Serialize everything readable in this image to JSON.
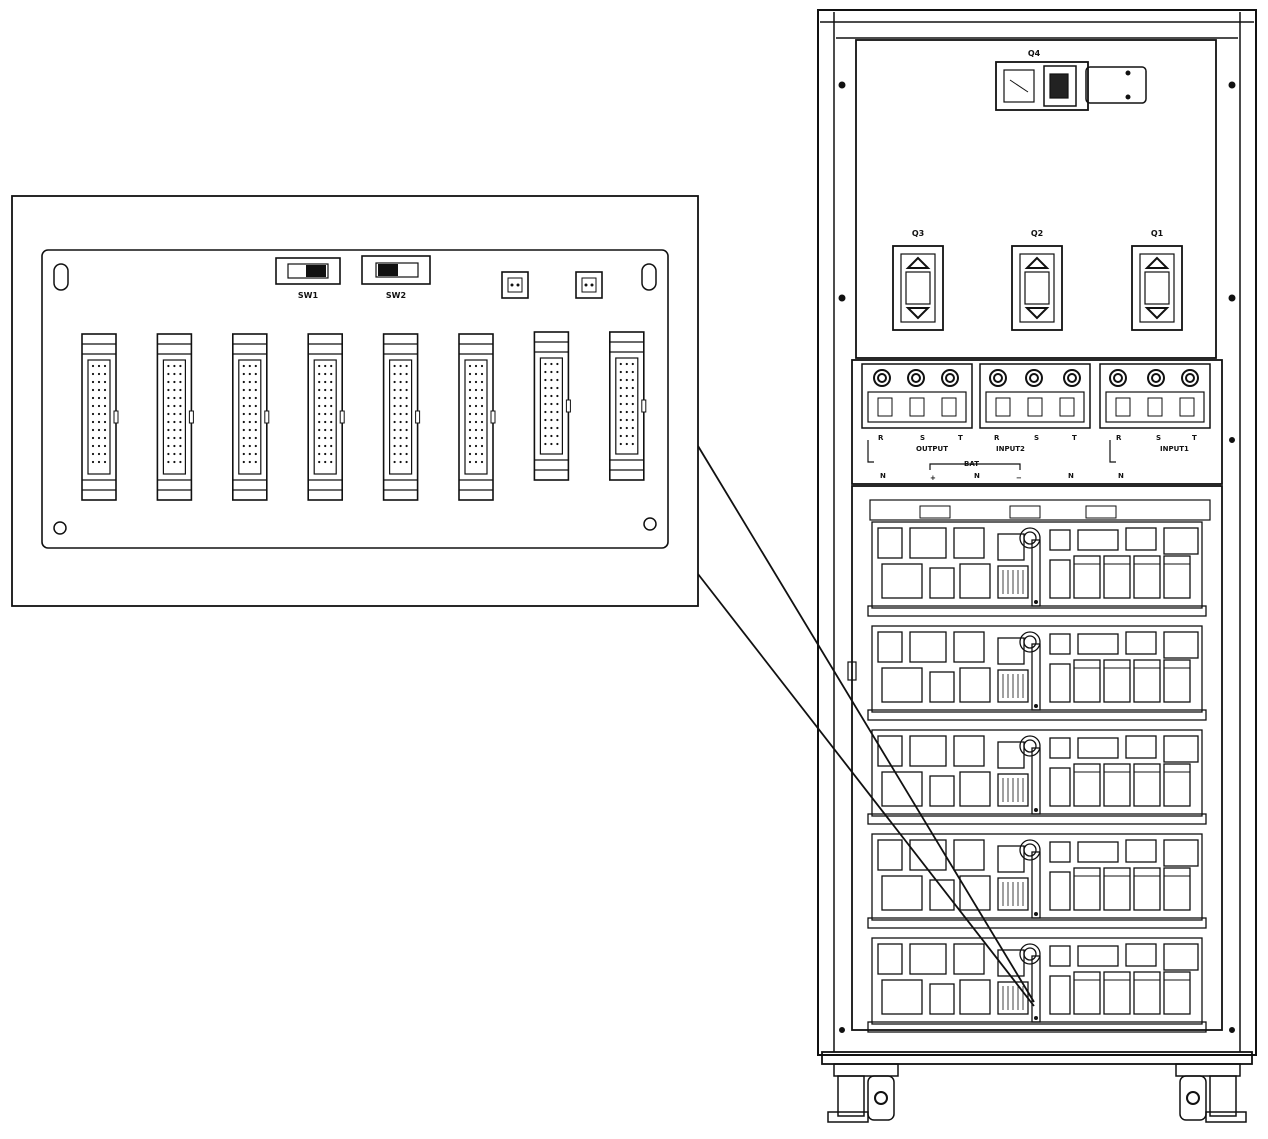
{
  "breakers": {
    "top": "Q4",
    "left": "Q3",
    "middle": "Q2",
    "right": "Q1"
  },
  "terminals": {
    "output_group": "OUTPUT",
    "input2_group": "INPUT2",
    "input1_group": "INPUT1",
    "bat_label": "BAT",
    "phase_r": "R",
    "phase_s": "S",
    "phase_t": "T",
    "neutral": "N",
    "plus": "+",
    "minus": "−"
  },
  "inset": {
    "switch1_label": "SW1",
    "switch2_label": "SW2",
    "connector_count": 8
  },
  "rack": {
    "module_count": 5
  }
}
